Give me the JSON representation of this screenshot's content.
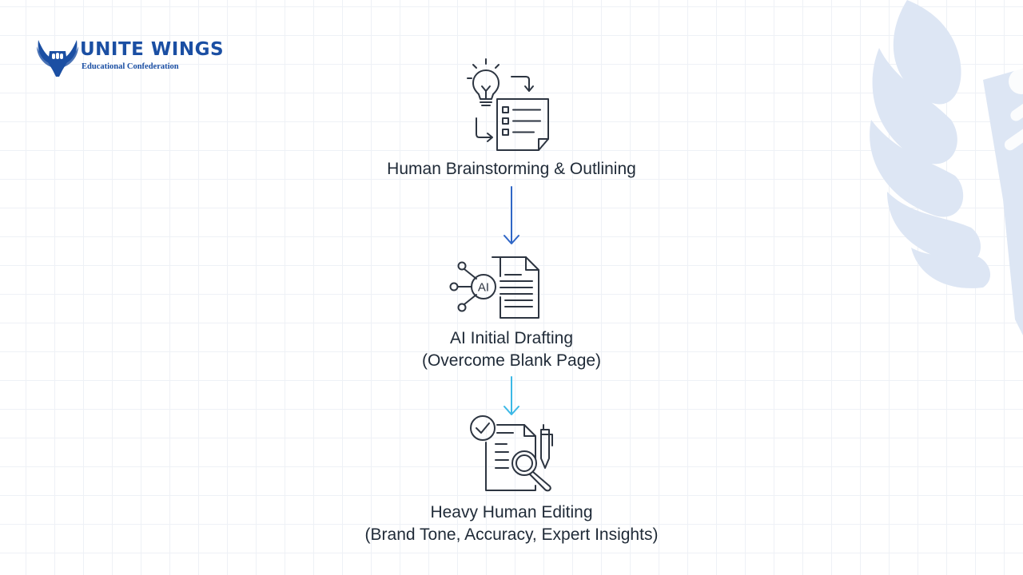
{
  "logo": {
    "title": "UNITE WINGS",
    "subtitle": "Educational Confederation"
  },
  "colors": {
    "brand": "#1b4fa3",
    "arrow_1": "#2f66c6",
    "arrow_2": "#3bb8e6",
    "text": "#1f2a37",
    "icon_stroke": "#2d3541"
  },
  "steps": [
    {
      "icon": "lightbulb-checklist-icon",
      "lines": [
        "Human Brainstorming & Outlining"
      ]
    },
    {
      "icon": "ai-document-icon",
      "lines": [
        "AI Initial Drafting",
        "(Overcome Blank Page)"
      ]
    },
    {
      "icon": "review-document-icon",
      "lines": [
        "Heavy Human Editing",
        "(Brand Tone, Accuracy, Expert Insights)"
      ]
    }
  ]
}
